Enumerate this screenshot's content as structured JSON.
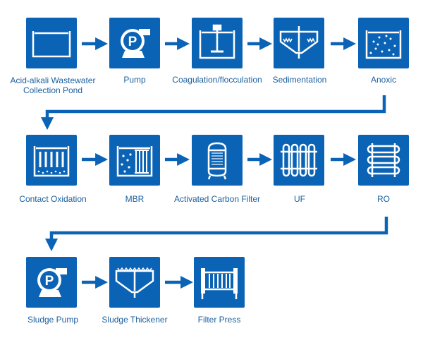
{
  "colors": {
    "primary": "#0b63b5",
    "label": "#1b5f9e",
    "background": "#ffffff"
  },
  "steps": [
    {
      "label": "Acid-alkali Wastewater\nCollection Pond",
      "icon": "tank-icon"
    },
    {
      "label": "Pump",
      "icon": "pump-icon"
    },
    {
      "label": "Coagulation/flocculation",
      "icon": "mixer-tank-icon"
    },
    {
      "label": "Sedimentation",
      "icon": "settling-tank-icon"
    },
    {
      "label": "Anoxic",
      "icon": "anoxic-tank-icon"
    },
    {
      "label": "Contact Oxidation",
      "icon": "contact-oxidation-tank-icon"
    },
    {
      "label": "MBR",
      "icon": "membrane-bioreactor-icon"
    },
    {
      "label": "Activated Carbon Filter",
      "icon": "carbon-filter-vessel-icon"
    },
    {
      "label": "UF",
      "icon": "ultrafiltration-membrane-icon"
    },
    {
      "label": "RO",
      "icon": "reverse-osmosis-membrane-icon"
    },
    {
      "label": "Sludge Pump",
      "icon": "pump-icon"
    },
    {
      "label": "Sludge Thickener",
      "icon": "thickener-tank-icon"
    },
    {
      "label": "Filter Press",
      "icon": "filter-press-icon"
    }
  ]
}
